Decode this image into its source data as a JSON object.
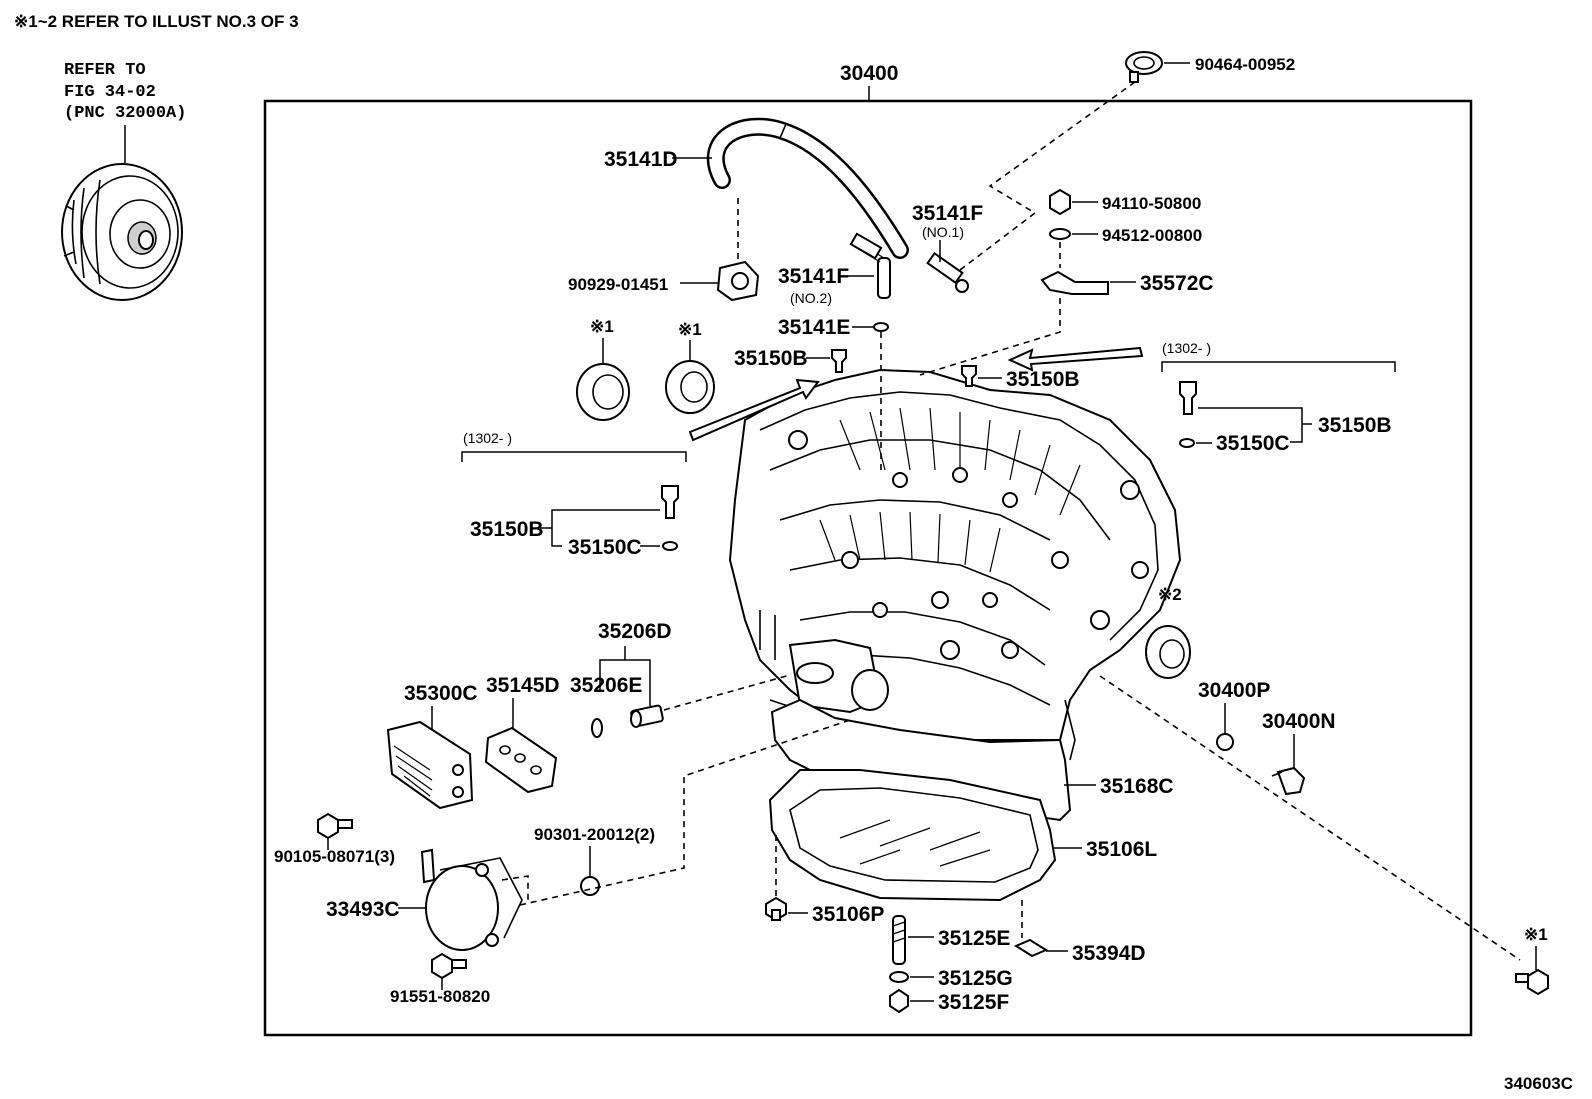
{
  "header": {
    "note": "※1~2 REFER TO ILLUST NO.3 OF 3"
  },
  "refer": {
    "line1": "REFER TO",
    "line2": "FIG 34-02",
    "line3": "(PNC 32000A)"
  },
  "frame_label": "30400",
  "figure_code": "340603C",
  "marks": {
    "m1": "※1",
    "m2": "※2"
  },
  "ranges": {
    "left": "(1302-          )",
    "right": "(1302-          )"
  },
  "parts": {
    "p_90464": "90464-00952",
    "p_35141D": "35141D",
    "p_94110": "94110-50800",
    "p_94512": "94512-00800",
    "p_35141F_1": "35141F",
    "p_no1": "(NO.1)",
    "p_90929": "90929-01451",
    "p_35141F_2": "35141F",
    "p_no2": "(NO.2)",
    "p_35572C": "35572C",
    "p_35141E": "35141E",
    "p_35150B_a": "35150B",
    "p_35150B_b": "35150B",
    "p_35150B_c": "35150B",
    "p_35150C_r": "35150C",
    "p_35150B_l": "35150B",
    "p_35150C_l": "35150C",
    "p_35206D": "35206D",
    "p_35206E": "35206E",
    "p_35300C": "35300C",
    "p_35145D": "35145D",
    "p_30400P": "30400P",
    "p_30400N": "30400N",
    "p_35168C": "35168C",
    "p_90105": "90105-08071(3)",
    "p_90301": "90301-20012(2)",
    "p_35106L": "35106L",
    "p_33493C": "33493C",
    "p_35106P": "35106P",
    "p_35125E": "35125E",
    "p_35394D": "35394D",
    "p_35125G": "35125G",
    "p_91551": "91551-80820",
    "p_35125F": "35125F"
  }
}
